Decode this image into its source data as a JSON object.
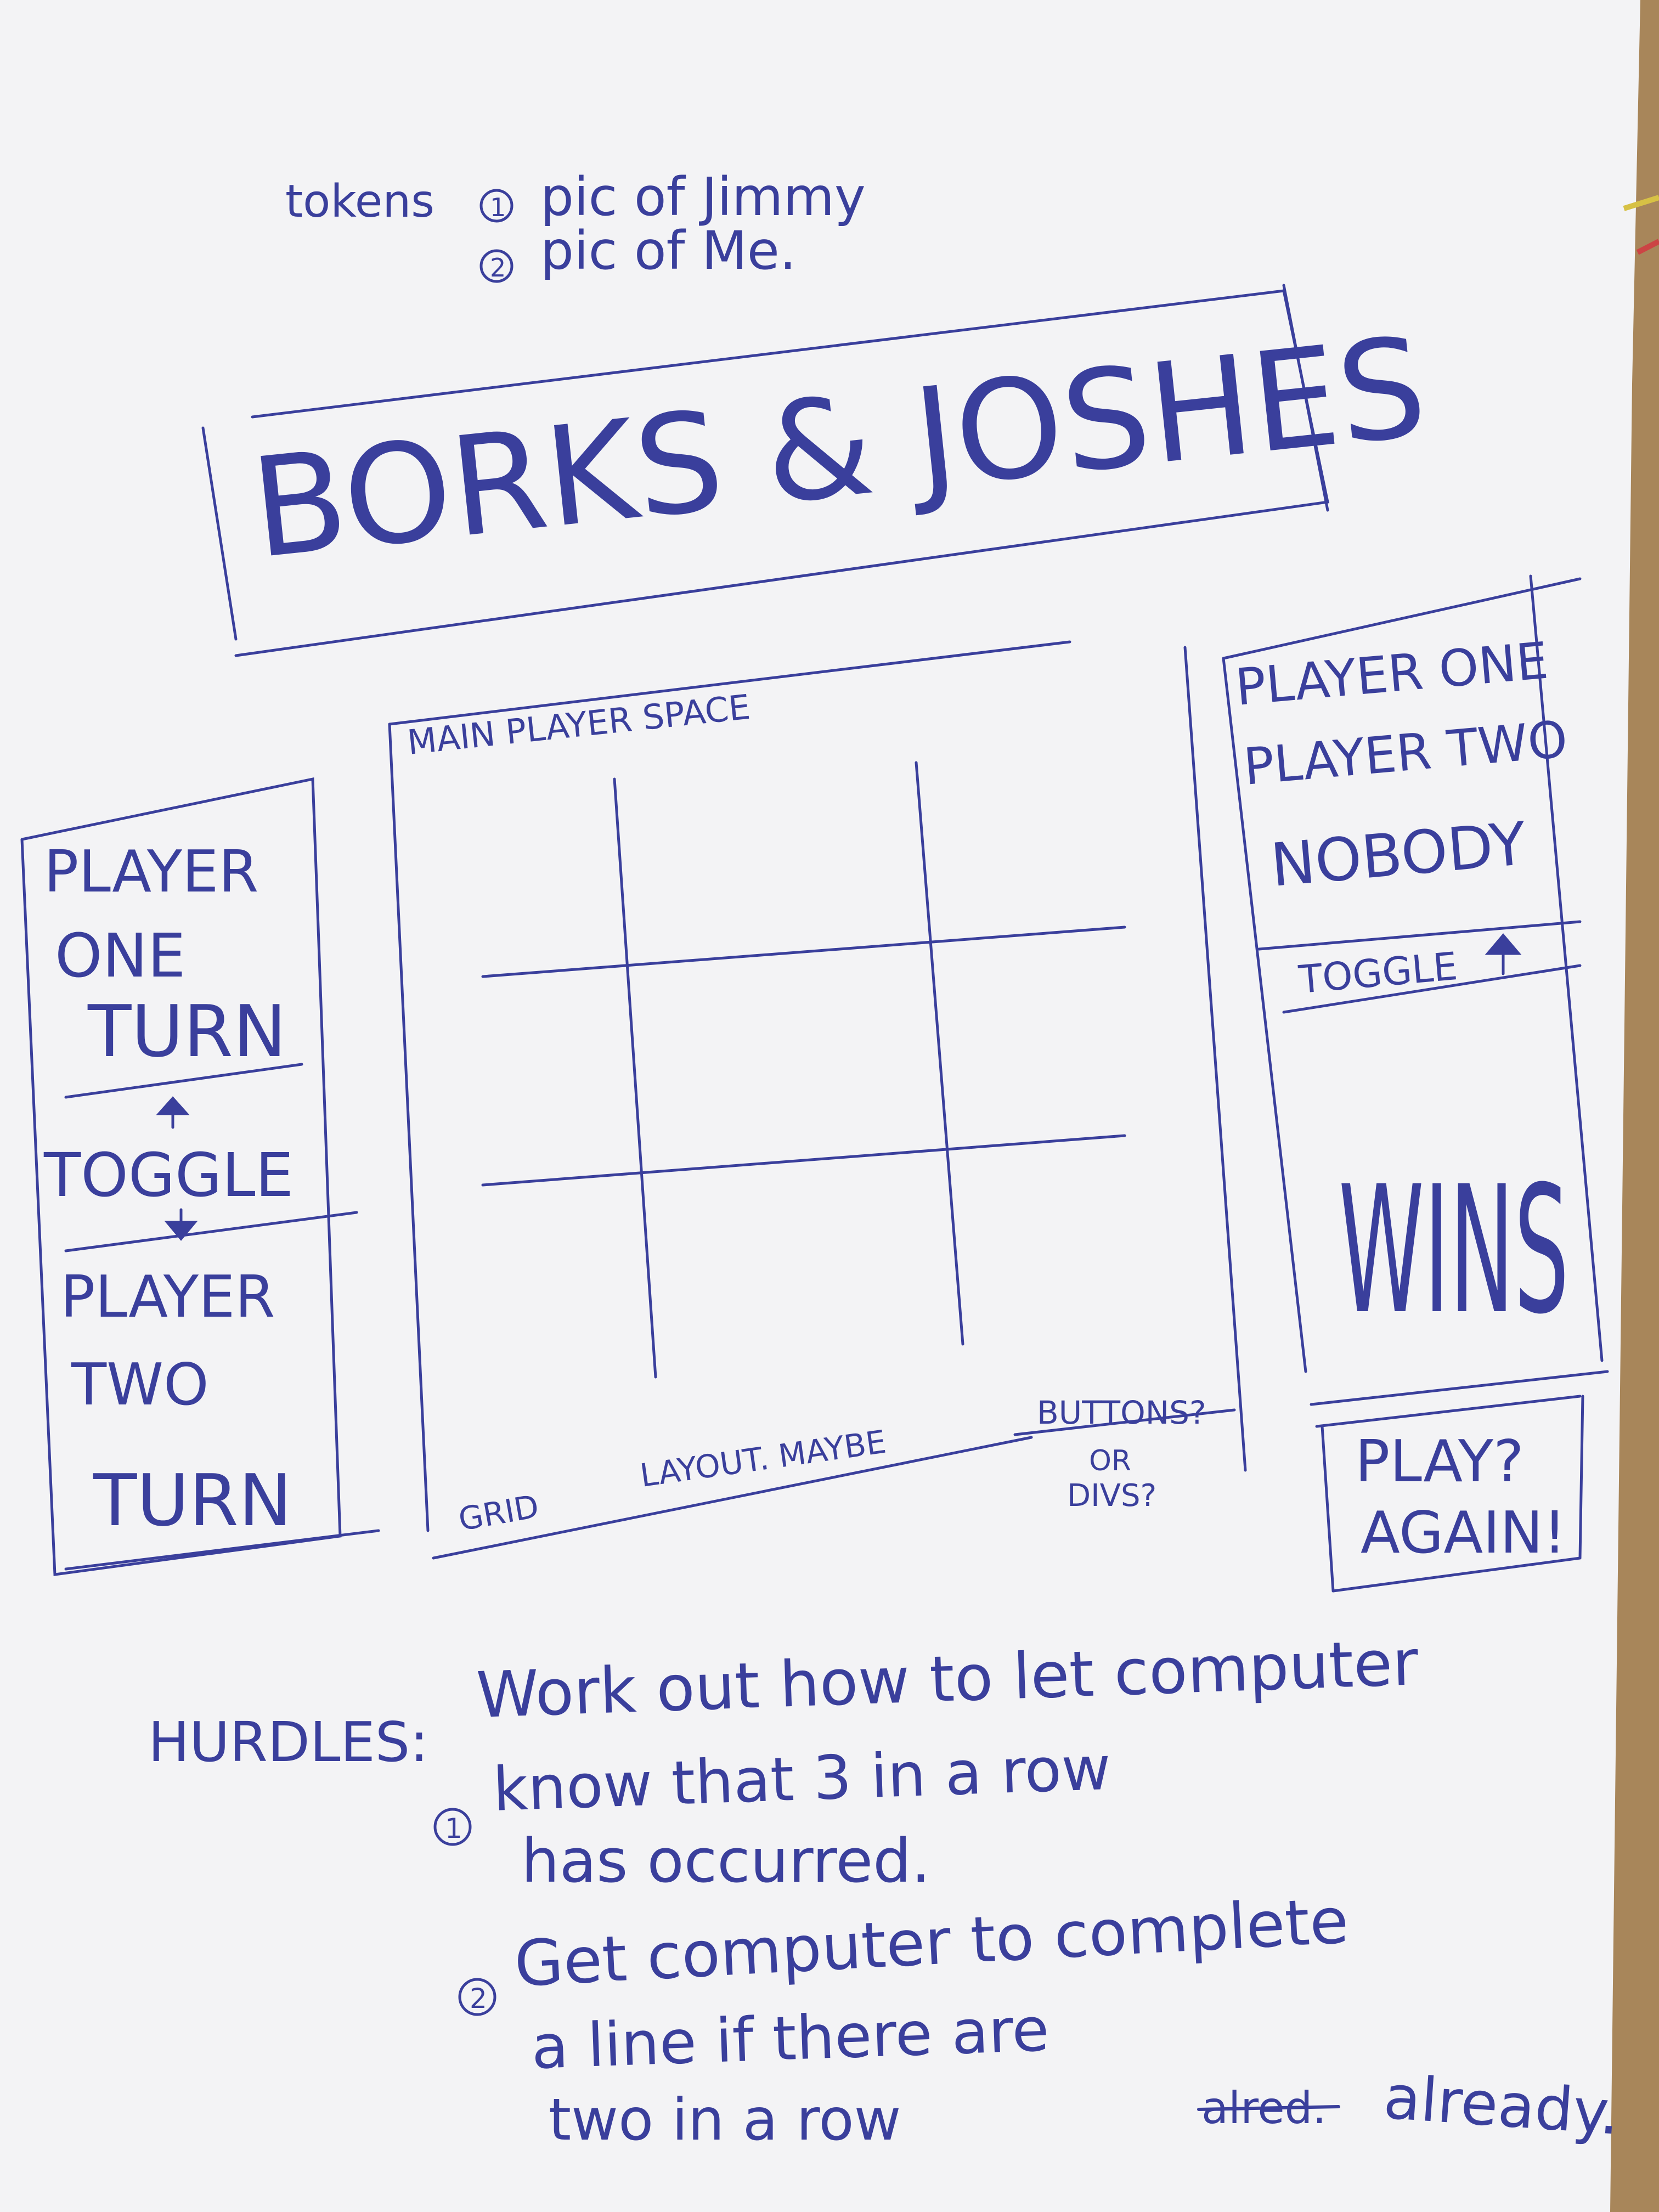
{
  "notes": {
    "tokens_label": "tokens",
    "token_1_number": "1",
    "token_1_text": "pic of Jimmy",
    "token_2_number": "2",
    "token_2_text": "pic of Me."
  },
  "title": "BORKS & JOSHES",
  "turn_panel": {
    "player_one_line1": "PLAYER",
    "player_one_line2": "ONE",
    "player_one_line3": "TURN",
    "toggle_label": "TOGGLE",
    "player_two_line1": "PLAYER",
    "player_two_line2": "TWO",
    "player_two_line3": "TURN"
  },
  "main_space": {
    "label": "MAIN PLAYER SPACE",
    "grid_note_1": "GRID",
    "grid_note_2": "LAYOUT. MAYBE",
    "grid_note_3": "BUTTONS?",
    "grid_note_4": "OR",
    "grid_note_5": "DIVS?"
  },
  "winner_panel": {
    "option_1": "PLAYER ONE",
    "option_2": "PLAYER TWO",
    "option_3": "NOBODY",
    "toggle_label": "TOGGLE",
    "wins_label": "WINS",
    "play_again_line1": "PLAY?",
    "play_again_line2": "AGAIN!"
  },
  "hurdles": {
    "label": "HURDLES:",
    "intro": "Work out how to let computer",
    "item_1_number": "1",
    "item_1_line1": "know that 3 in a row",
    "item_1_line2": "has occurred.",
    "item_2_number": "2",
    "item_2_line1": "Get computer to complete",
    "item_2_line2": "a line if there are",
    "item_2_line3_a": "two in a row",
    "item_2_struck": "alred.",
    "item_2_line3_b": "already."
  },
  "colors": {
    "paper": "#f3f3f5",
    "ink": "#3a3f9c",
    "table": "#a8865a"
  },
  "icon_names": [
    "arrow-up-icon",
    "arrow-down-icon"
  ]
}
